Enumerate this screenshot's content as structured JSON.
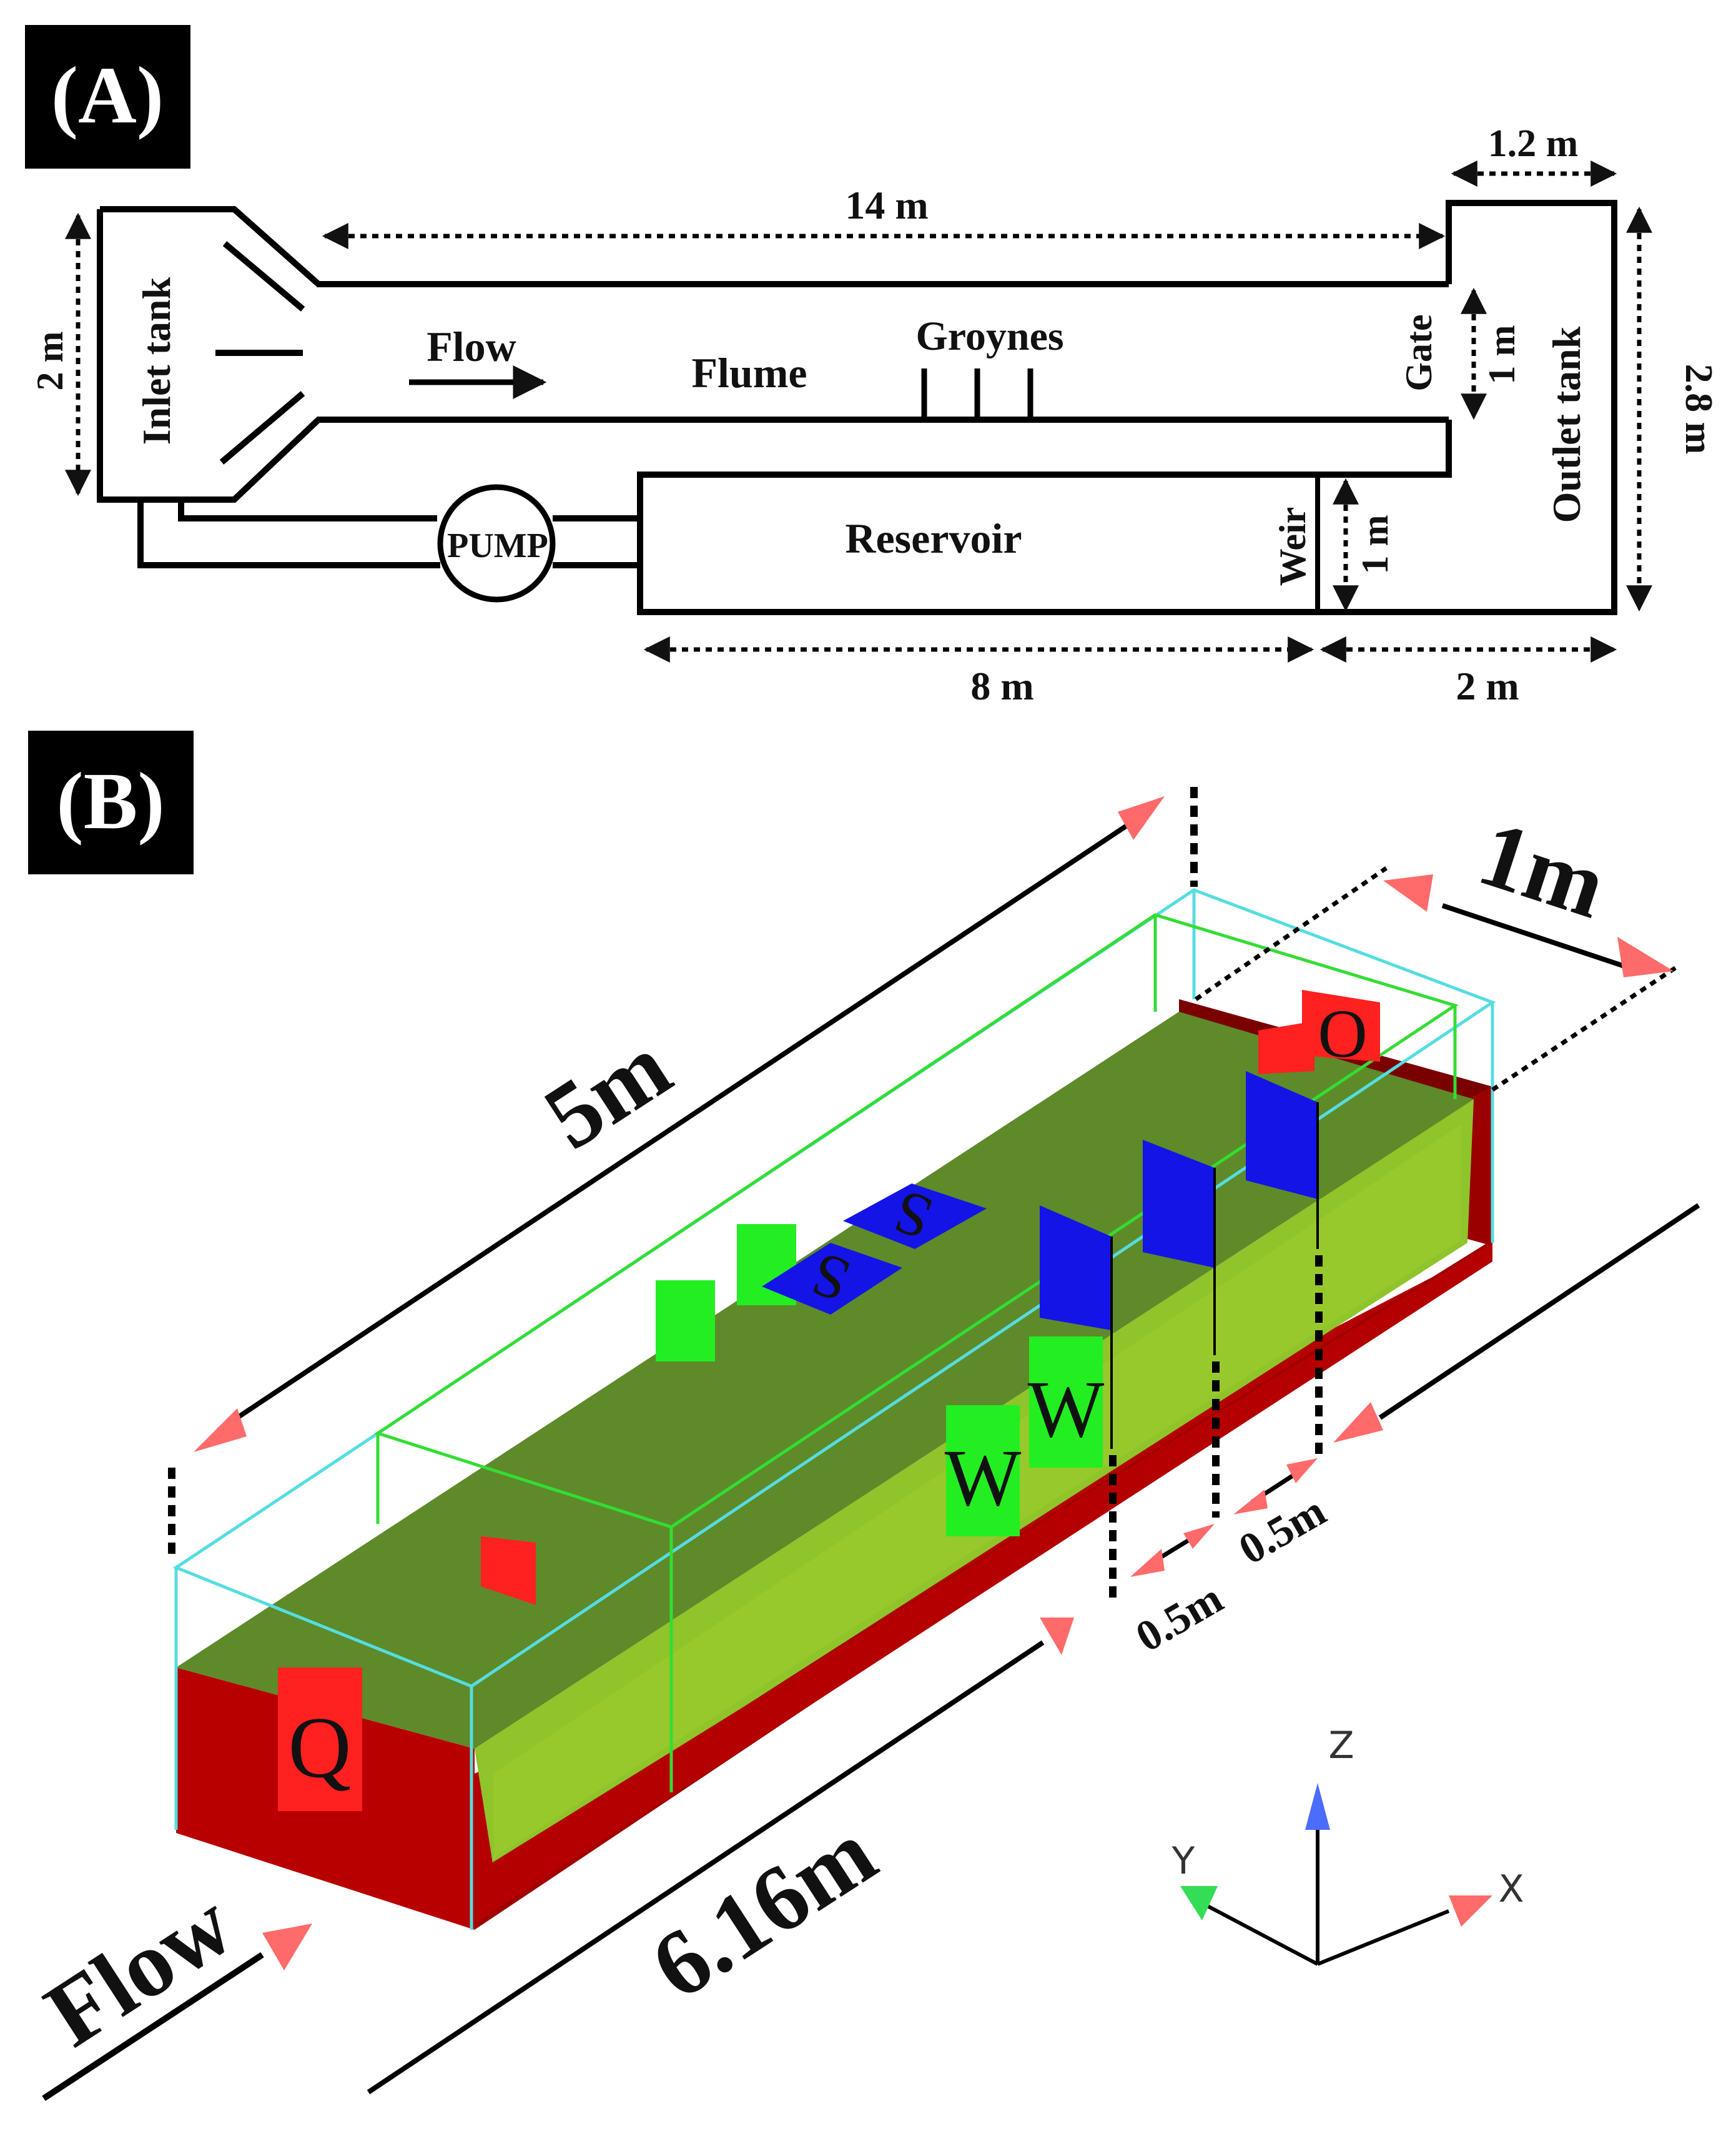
{
  "panel_a": {
    "tag": "(A)",
    "labels": {
      "inlet_tank": "Inlet tank",
      "flow": "Flow",
      "flume": "Flume",
      "groynes": "Groynes",
      "gate": "Gate",
      "outlet_tank": "Outlet tank",
      "reservoir": "Reservoir",
      "weir": "Weir",
      "pump": "PUMP"
    },
    "dimensions": {
      "flume_length": "14 m",
      "inlet_width": "2 m",
      "outlet_top": "1.2 m",
      "outlet_height": "2.8 m",
      "gate_width": "1 m",
      "weir_height": "1 m",
      "reservoir_length": "8 m",
      "outlet_bottom": "2 m"
    }
  },
  "panel_b": {
    "tag": "(B)",
    "dimensions": {
      "length_top": "5m",
      "width": "1m",
      "length_bottom": "6.16m",
      "spacing_1": "0.5m",
      "spacing_2": "0.5m"
    },
    "flow_label": "Flow",
    "boundary_letters": {
      "q": "Q",
      "w": "W",
      "s": "S",
      "o": "O"
    },
    "axes": {
      "x": "X",
      "y": "Y",
      "z": "Z"
    },
    "colors": {
      "walls": "#b40000",
      "water": "#5e8a2a",
      "water_front": "#8fc42a",
      "groyne": "#1414e6",
      "mesh_outer": "#55dde0",
      "mesh_inner": "#33dd33",
      "arrow": "#ff6a6a",
      "q_block": "#ff2020",
      "w_block": "#22ee22"
    }
  }
}
